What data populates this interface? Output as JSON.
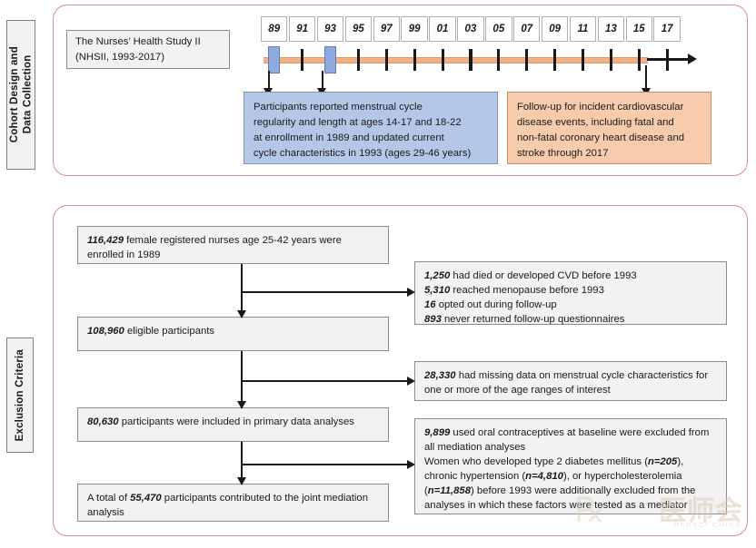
{
  "sections": {
    "cohort": {
      "label": "Cohort Design and\nData Collection"
    },
    "exclusion": {
      "label": "Exclusion Criteria"
    }
  },
  "study": {
    "line1": "The Nurses’ Health Study II",
    "line2": "(NHSII, 1993-2017)"
  },
  "timeline": {
    "years": [
      "89",
      "91",
      "93",
      "95",
      "97",
      "99",
      "01",
      "03",
      "05",
      "07",
      "09",
      "11",
      "13",
      "15",
      "17"
    ],
    "highlighted_years": [
      "89",
      "93"
    ],
    "bar_color": "#f3b184",
    "marker_color": "#8faadc",
    "end_arrow": true
  },
  "exposure_box": {
    "color": "#b4c7e7",
    "lines": [
      "Participants reported menstrual cycle",
      "regularity and length at ages 14-17 and 18-22",
      "at enrollment in 1989 and updated current",
      "cycle characteristics in 1993 (ages 29-46 years)"
    ]
  },
  "outcome_box": {
    "color": "#f8cbad",
    "lines": [
      "Follow-up for incident cardiovascular",
      "disease events, including fatal and",
      "non-fatal coronary heart disease and",
      "stroke through 2017"
    ]
  },
  "flow": {
    "steps": [
      {
        "id": "enrolled",
        "number": "116,429",
        "text": " female registered nurses age 25-42 years were enrolled in 1989",
        "number_first": true
      },
      {
        "id": "eligible",
        "number": "108,960",
        "text": " eligible participants",
        "number_first": true
      },
      {
        "id": "primary",
        "number": "80,630",
        "text": " participants were included in primary data analyses",
        "number_first": true
      },
      {
        "id": "joint",
        "prefix": "A total of ",
        "number": "55,470",
        "text": " participants contributed to the joint mediation analysis",
        "number_first": false
      }
    ],
    "exclusions": [
      {
        "id": "excl-1",
        "items": [
          {
            "number": "1,250",
            "text": " had died or developed CVD before 1993"
          },
          {
            "number": "5,310",
            "text": " reached menopause before 1993"
          },
          {
            "number": "16",
            "text": " opted out during follow-up"
          },
          {
            "number": "893",
            "text": " never returned follow-up questionnaires"
          }
        ]
      },
      {
        "id": "excl-2",
        "items": [
          {
            "number": "28,330",
            "text": " had missing data on menstrual cycle characteristics for one or more of the age ranges of interest"
          }
        ]
      },
      {
        "id": "excl-3",
        "items": [
          {
            "number": "9,899",
            "text": " used oral contraceptives at baseline were excluded from all mediation analyses"
          },
          {
            "number": "",
            "text": "Women who developed type 2 diabetes mellitus (n=205), chronic hypertension (n=4,810), or hypercholesterolemia (n=11,858) before 1993 were additionally excluded from the analyses in which these factors were tested as a mediator"
          }
        ]
      }
    ]
  },
  "watermark": {
    "text_cn": "医师会",
    "text_sub": "MEDSCI  CHINA"
  },
  "colors": {
    "panel_border": "#d48aa3",
    "box_fill": "#f2f2f2",
    "box_border": "#8c8c8c",
    "line": "#1a1a1a"
  }
}
